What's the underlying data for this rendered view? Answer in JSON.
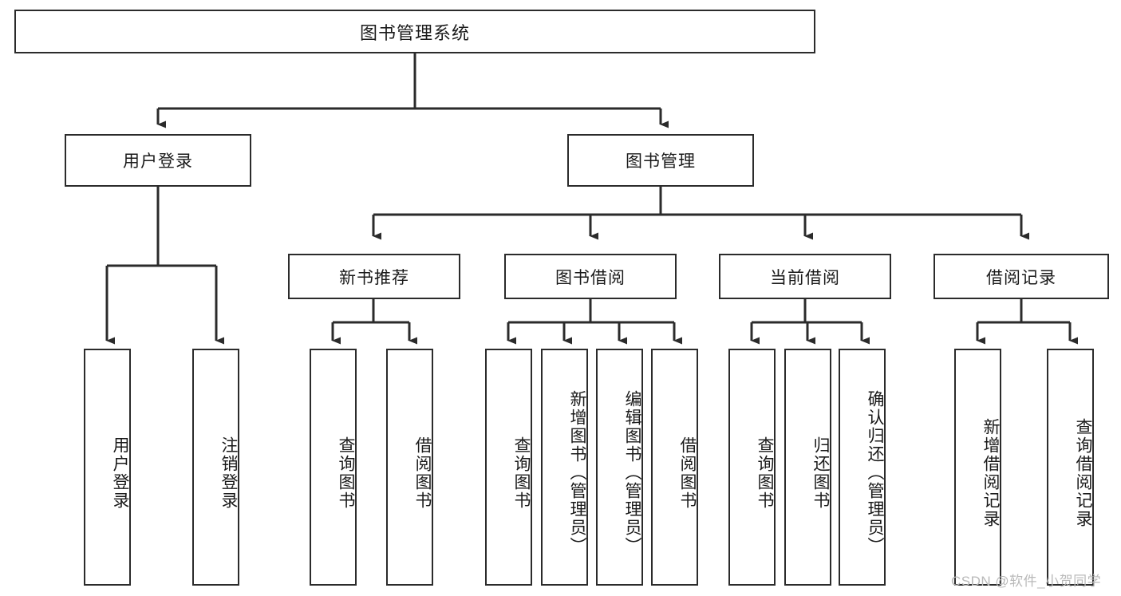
{
  "diagram": {
    "title": "图书管理系统",
    "type": "hierarchy-tree",
    "levels": {
      "root": {
        "label": "图书管理系统"
      },
      "level2": [
        {
          "label": "用户登录"
        },
        {
          "label": "图书管理"
        }
      ],
      "level3": [
        {
          "label": "新书推荐"
        },
        {
          "label": "图书借阅"
        },
        {
          "label": "当前借阅"
        },
        {
          "label": "借阅记录"
        }
      ],
      "leaves": {
        "user_login": [
          {
            "label": "用户登录"
          },
          {
            "label": "注销登录"
          }
        ],
        "new_book_recommend": [
          {
            "label": "查询图书"
          },
          {
            "label": "借阅图书"
          }
        ],
        "book_borrow": [
          {
            "label": "查询图书"
          },
          {
            "label": "新增图书（管理员）"
          },
          {
            "label": "编辑图书（管理员）"
          },
          {
            "label": "借阅图书"
          }
        ],
        "current_borrow": [
          {
            "label": "查询图书"
          },
          {
            "label": "归还图书"
          },
          {
            "label": "确认归还（管理员）"
          }
        ],
        "borrow_record": [
          {
            "label": "新增借阅记录"
          },
          {
            "label": "查询借阅记录"
          }
        ]
      }
    }
  },
  "watermark": {
    "text": "CSDN @软件_小贺同学"
  },
  "colors": {
    "border": "#2b2b2b",
    "text": "#1a1a1a",
    "background": "#ffffff",
    "watermark": "#b9b9b9"
  }
}
